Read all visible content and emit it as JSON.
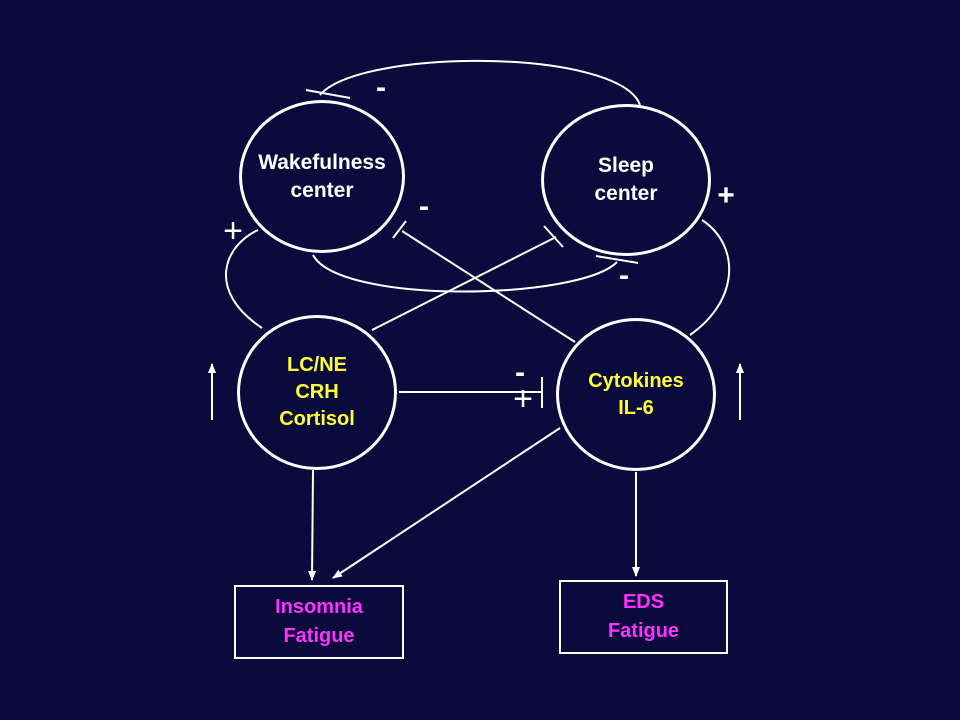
{
  "nodes": {
    "wakefulness": {
      "line1": "Wakefulness",
      "line2": "center"
    },
    "sleep": {
      "line1": "Sleep",
      "line2": "center"
    },
    "lcne": {
      "line1": "LC/NE",
      "line2": "CRH",
      "line3": "Cortisol"
    },
    "cytokines": {
      "line1": "Cytokines",
      "line2": "IL-6"
    }
  },
  "outcomes": {
    "insomnia": {
      "line1": "Insomnia",
      "line2": "Fatigue"
    },
    "eds": {
      "line1": "EDS",
      "line2": "Fatigue"
    }
  },
  "signs": {
    "top_minus": "-",
    "center_minus": "-",
    "sleep_bottom_minus": "-",
    "sleep_plus": "+",
    "left_plus": "+",
    "cytokine_minus": "-",
    "cytokine_plus": "+"
  },
  "colors": {
    "background": "#0a0a3c",
    "stroke": "#ffffff",
    "node_text_primary": "#ffffff",
    "node_text_secondary": "#ffff33",
    "outcome_text": "#ff33ff"
  }
}
